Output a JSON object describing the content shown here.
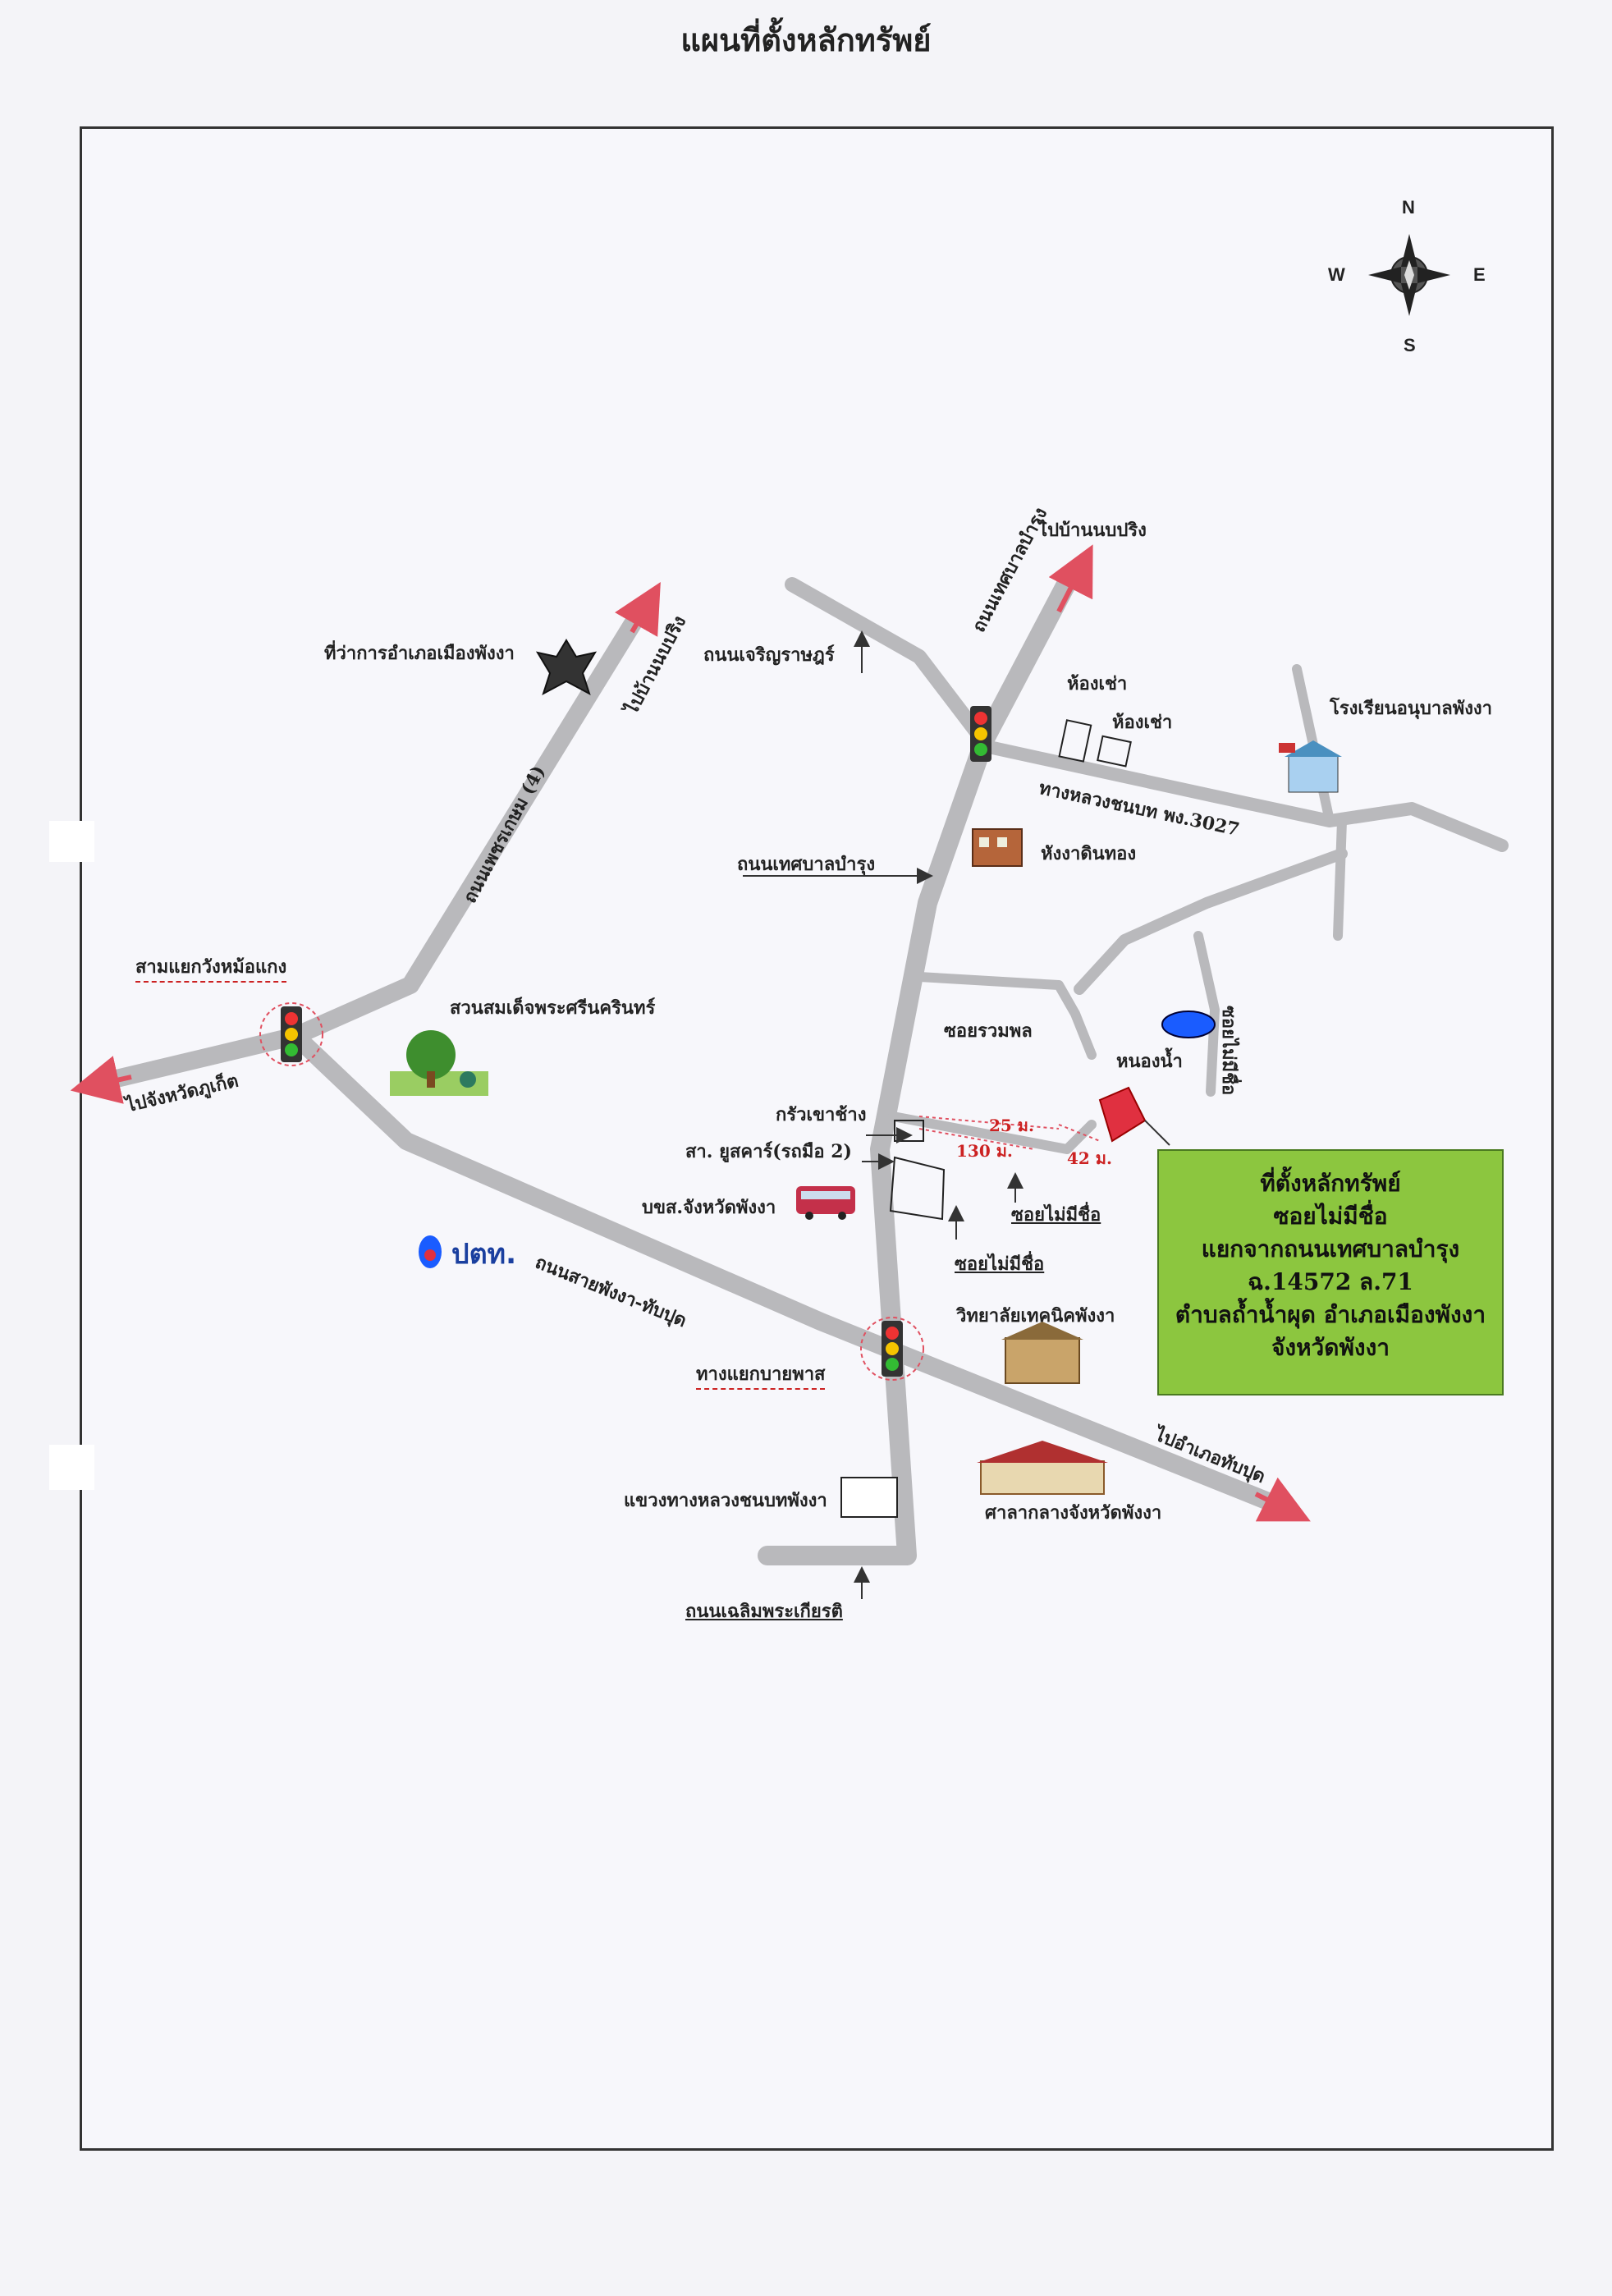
{
  "title": "แผนที่ตั้งหลักทรัพย์",
  "compass": {
    "n": "N",
    "s": "S",
    "e": "E",
    "w": "W"
  },
  "info_box": {
    "lines": [
      "ที่ตั้งหลักทรัพย์",
      "ซอยไม่มีชื่อ",
      "แยกจากถนนเทศบาลบำรุง",
      "ฉ.14572  ล.71",
      "ตำบลถ้ำน้ำผุด อำเภอเมืองพังงา",
      "จังหวัดพังงา"
    ]
  },
  "labels": {
    "to_ban_nop_pring_top": "ไปบ้านนบปริง",
    "road_charoen_rat": "ถนนเจริญราษฎร์",
    "road_thetsaban_top": "ถนนเทศบาลบำรุง",
    "rental_1": "ห้องเช่า",
    "rental_2": "ห้องเช่า",
    "school": "โรงเรียนอนุบาลพังงา",
    "rural_road": "ทางหลวงชนบท พง.3027",
    "district_office": "ที่ว่าการอำเภอเมืองพังงา",
    "to_ban_nop_pring_left": "ไปบ้านนบปริง",
    "road_phet_kasem": "ถนนเพชรเกษม (4)",
    "road_thetsaban_mid": "ถนนเทศบาลบำรุง",
    "hang_din_thong": "หังงาดินทอง",
    "wang_intersection": "สามแยกวังหม้อแกง",
    "park": "สวนสมเด็จพระศรีนครินทร์",
    "to_phuket": "ไปจังหวัดภูเก็ต",
    "soi_ruam_phon": "ซอยรวมพล",
    "pond": "หนองน้ำ",
    "soi_no_name_right": "ซอยไม่มีชื่อ",
    "kho_chang": "กรัวเขาช้าง",
    "sa_yutsakar": "สา. ยูสคาร์(รถมือ 2)",
    "bus_terminal": "บขส.จังหวัดพังงา",
    "soi_no_name_1": "ซอยไม่มีชื่อ",
    "soi_no_name_2": "ซอยไม่มีชื่อ",
    "dist_25": "25 ม.",
    "dist_130": "130 ม.",
    "dist_42": "42 ม.",
    "ptt": "ปตท.",
    "road_phangnga_thap_put": "ถนนสายพังงา-ทับปุด",
    "technical_college": "วิทยาลัยเทคนิคพังงา",
    "bai_phet_intersection": "ทางแยกบายพาส",
    "to_thap_put": "ไปอำเภอทับปุด",
    "rural_road_office": "แขวงทางหลวงชนบทพังงา",
    "provincial_hall": "ศาลากลางจังหวัดพังงา",
    "road_chaloem": "ถนนเฉลิมพระเกียรติ"
  },
  "colors": {
    "road": "#b9b9bc",
    "info_bg": "#8cc63f",
    "marker": "#e03040",
    "arrow_red": "#e05060",
    "pond": "#1a5cff"
  }
}
